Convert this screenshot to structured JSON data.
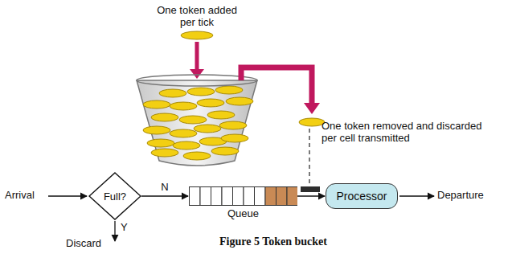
{
  "diagram": {
    "caption": "Figure 5 Token bucket",
    "nodes": [
      {
        "text": [
          "Full?"
        ]
      },
      {
        "text": [
          "Queue"
        ]
      },
      {
        "text": [
          "Processor"
        ]
      }
    ],
    "edges": [
      {
        "from": 0,
        "to": 1,
        "arrow": "to",
        "label": "N"
      },
      {
        "from": 1,
        "to": 2,
        "arrow": "to"
      }
    ],
    "labels": [
      "One token added per tick",
      "One token removed and discarded per cell transmitted",
      "Arrival",
      "Departure",
      "Y",
      "Discard"
    ]
  }
}
